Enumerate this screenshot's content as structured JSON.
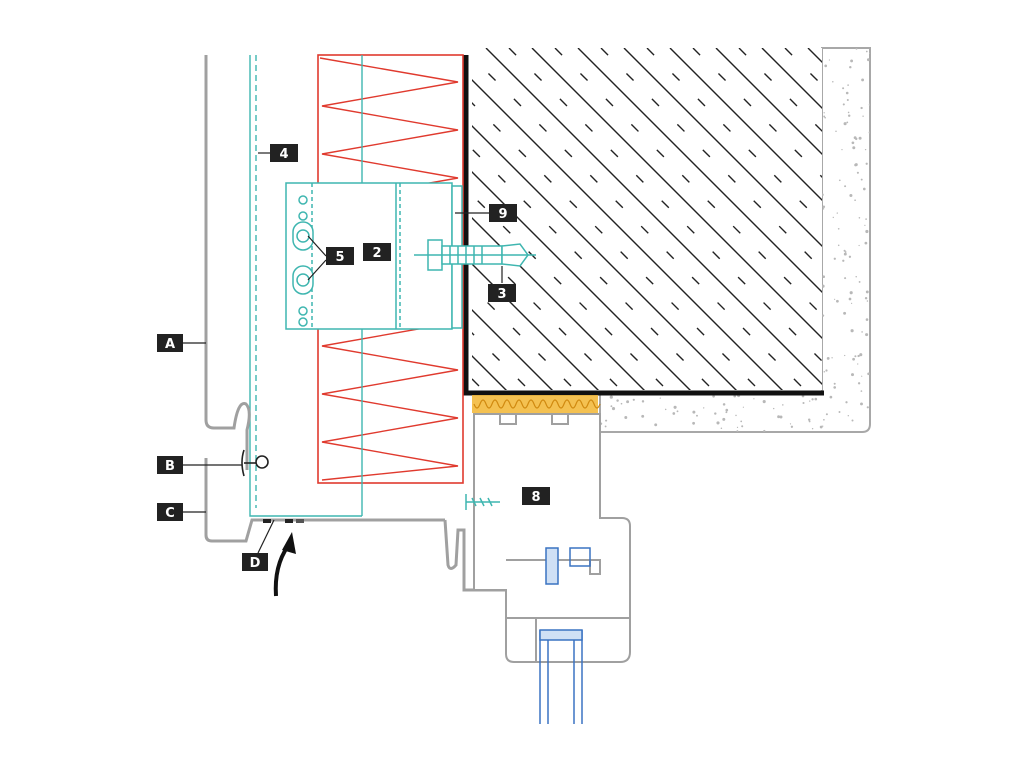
{
  "labels": {
    "A": "A",
    "B": "B",
    "C": "C",
    "D": "D",
    "n2": "2",
    "n3": "3",
    "n4": "4",
    "n5": "5",
    "n8": "8",
    "n9": "9"
  },
  "colors": {
    "cladding": "#a0a0a0",
    "substructure": "#3fb6b0",
    "insulation": "#e03a2e",
    "membrane": "#1c1c1c",
    "window_gasket": "#3a73c2",
    "compriband": "#f2b632",
    "render_speckle": "#b8b8b8",
    "label_box": "#222222"
  },
  "icons": {
    "airflow": "airflow-arrow-icon",
    "rivet": "rivet-icon",
    "screw": "screw-icon",
    "anchor": "anchor-bolt-icon"
  }
}
